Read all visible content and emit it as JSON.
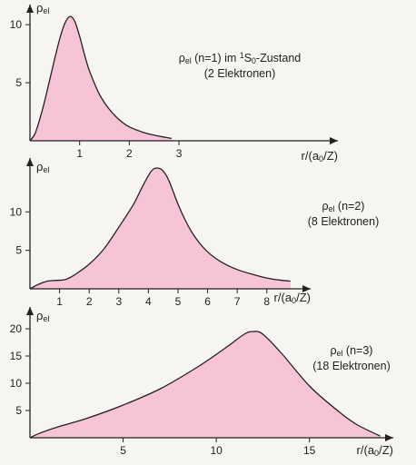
{
  "colors": {
    "fill": "#f6c4d6",
    "line": "#222222",
    "background": "#f6f5f2"
  },
  "chart_data": [
    {
      "type": "area",
      "ylabel_main": "ρ",
      "ylabel_sub": "el",
      "xlabel": "r/(a0/Z)",
      "xlabel_parts": [
        "r/(a",
        "0",
        "/Z)"
      ],
      "annotation_lines": [
        {
          "parts": [
            {
              "t": "ρ",
              "s": "normal"
            },
            {
              "t": "el",
              "s": "sub"
            },
            {
              "t": " (n=1) im ",
              "s": "normal"
            },
            {
              "t": "1",
              "s": "sup"
            },
            {
              "t": "S",
              "s": "normal"
            },
            {
              "t": "0",
              "s": "sub"
            },
            {
              "t": "-Zustand",
              "s": "normal"
            }
          ]
        },
        {
          "parts": [
            {
              "t": "(2 Elektronen)",
              "s": "normal"
            }
          ]
        }
      ],
      "xlim": [
        0,
        6.2
      ],
      "ylim": [
        0,
        11.5
      ],
      "xticks": [
        1,
        2,
        3
      ],
      "xtick_labels": [
        "1",
        "2",
        "3"
      ],
      "yticks": [
        5,
        10
      ],
      "ytick_labels": [
        "5",
        "10"
      ],
      "x": [
        0,
        0.1,
        0.2,
        0.3,
        0.4,
        0.5,
        0.6,
        0.7,
        0.8,
        0.9,
        1.0,
        1.1,
        1.2,
        1.4,
        1.6,
        1.8,
        2.0,
        2.3,
        2.6,
        2.85
      ],
      "y": [
        0,
        0.6,
        1.9,
        3.5,
        5.3,
        7.1,
        8.8,
        10.1,
        10.7,
        10.3,
        9.0,
        7.4,
        6.0,
        4.0,
        2.7,
        1.8,
        1.2,
        0.7,
        0.4,
        0.2
      ]
    },
    {
      "type": "area",
      "ylabel_main": "ρ",
      "ylabel_sub": "el",
      "xlabel": "r/(a0/Z)",
      "xlabel_parts": [
        "r/(a",
        "0",
        "/Z)"
      ],
      "annotation_lines": [
        {
          "parts": [
            {
              "t": "ρ",
              "s": "normal"
            },
            {
              "t": "el",
              "s": "sub"
            },
            {
              "t": " (n=2)",
              "s": "normal"
            }
          ]
        },
        {
          "parts": [
            {
              "t": "(8 Elektronen)",
              "s": "normal"
            }
          ]
        }
      ],
      "xlim": [
        0,
        10.4
      ],
      "ylim": [
        0,
        17
      ],
      "xticks": [
        1,
        2,
        3,
        4,
        5,
        6,
        7,
        8
      ],
      "xtick_labels": [
        "1",
        "2",
        "3",
        "4",
        "5",
        "6",
        "7",
        "8"
      ],
      "yticks": [
        5,
        10
      ],
      "ytick_labels": [
        "5",
        "10"
      ],
      "x": [
        0,
        0.3,
        0.6,
        0.9,
        1.2,
        1.5,
        2.0,
        2.5,
        3.0,
        3.5,
        3.8,
        4.1,
        4.3,
        4.5,
        4.7,
        5.0,
        5.3,
        5.6,
        6.0,
        6.5,
        7.0,
        7.5,
        8.0,
        8.5,
        8.8
      ],
      "y": [
        0,
        0.6,
        1.0,
        1.1,
        1.2,
        1.8,
        3.2,
        5.2,
        8.0,
        11.0,
        13.3,
        15.3,
        15.7,
        15.3,
        14.0,
        11.0,
        8.5,
        6.6,
        4.8,
        3.4,
        2.5,
        1.9,
        1.4,
        1.1,
        1.0
      ]
    },
    {
      "type": "area",
      "ylabel_main": "ρ",
      "ylabel_sub": "el",
      "xlabel": "r/(a0/Z)",
      "xlabel_parts": [
        "r/(a",
        "0",
        "/Z)"
      ],
      "annotation_lines": [
        {
          "parts": [
            {
              "t": "ρ",
              "s": "normal"
            },
            {
              "t": "el",
              "s": "sub"
            },
            {
              "t": " (n=3)",
              "s": "normal"
            }
          ]
        },
        {
          "parts": [
            {
              "t": "(18 Elektronen)",
              "s": "normal"
            }
          ]
        }
      ],
      "xlim": [
        0,
        19.5
      ],
      "ylim": [
        0,
        24
      ],
      "xticks": [
        5,
        10,
        15
      ],
      "xtick_labels": [
        "5",
        "10",
        "15"
      ],
      "yticks": [
        5,
        10,
        15,
        20
      ],
      "ytick_labels": [
        "5",
        "10",
        "15",
        "20"
      ],
      "x": [
        0,
        0.5,
        1.5,
        3,
        5,
        7,
        9,
        10.5,
        11.5,
        12,
        12.5,
        13.5,
        15,
        16.5,
        17.5,
        18.8
      ],
      "y": [
        0,
        0.8,
        2.0,
        3.5,
        6.0,
        9.0,
        13.0,
        16.5,
        19.0,
        19.5,
        19.0,
        15.5,
        9.5,
        5.0,
        2.5,
        0.3
      ]
    }
  ]
}
